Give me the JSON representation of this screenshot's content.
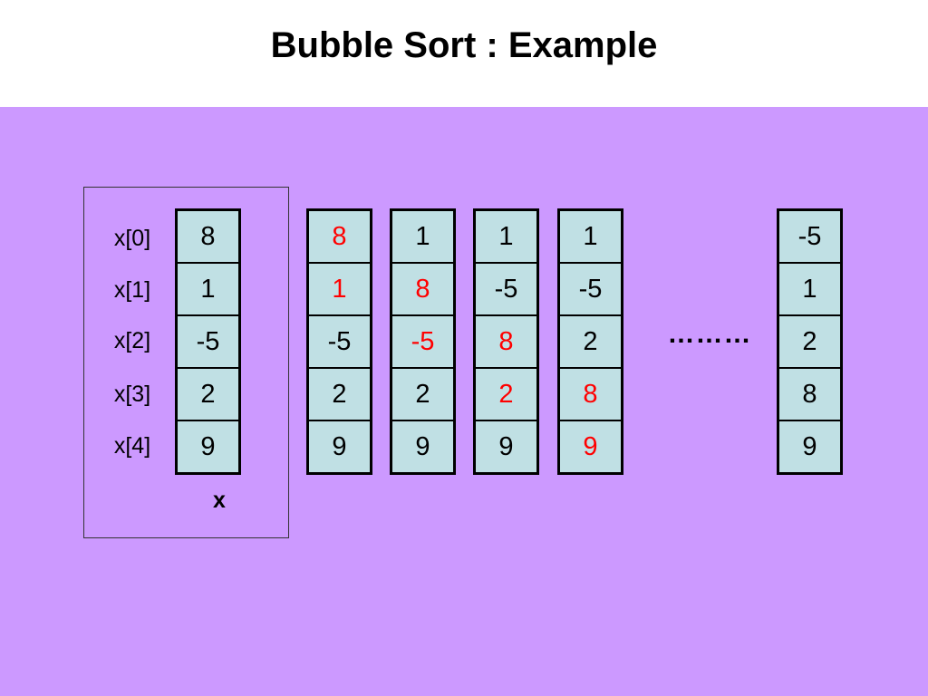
{
  "title": "Bubble Sort : Example",
  "index_labels": [
    "x[0]",
    "x[1]",
    "x[2]",
    "x[3]",
    "x[4]"
  ],
  "array_name": "x",
  "ellipsis": "………",
  "colors": {
    "background": "#cc99ff",
    "cell_fill": "#c0e0e4",
    "highlight": "#ff0000"
  },
  "columns": [
    {
      "values": [
        "8",
        "1",
        "-5",
        "2",
        "9"
      ],
      "highlight": []
    },
    {
      "values": [
        "8",
        "1",
        "-5",
        "2",
        "9"
      ],
      "highlight": [
        0,
        1
      ]
    },
    {
      "values": [
        "1",
        "8",
        "-5",
        "2",
        "9"
      ],
      "highlight": [
        1,
        2
      ]
    },
    {
      "values": [
        "1",
        "-5",
        "8",
        "2",
        "9"
      ],
      "highlight": [
        2,
        3
      ]
    },
    {
      "values": [
        "1",
        "-5",
        "2",
        "8",
        "9"
      ],
      "highlight": [
        3,
        4
      ]
    },
    {
      "values": [
        "-5",
        "1",
        "2",
        "8",
        "9"
      ],
      "highlight": []
    }
  ]
}
